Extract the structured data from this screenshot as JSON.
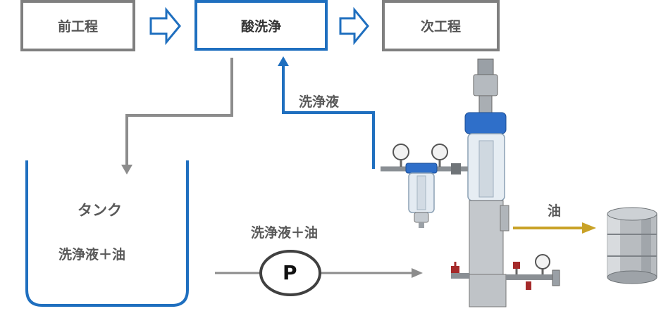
{
  "process": {
    "prev_step": "前工程",
    "current_step": "酸洗浄",
    "next_step": "次工程"
  },
  "labels": {
    "cleaning_fluid": "洗浄液",
    "tank_title": "タンク",
    "tank_contents": "洗浄液＋油",
    "pump_flow": "洗浄液＋油",
    "pump_symbol": "P",
    "oil": "油"
  },
  "colors": {
    "blue": "#1f6fbf",
    "gray": "#7f7f7f",
    "oil_arrow": "#c9a227"
  }
}
